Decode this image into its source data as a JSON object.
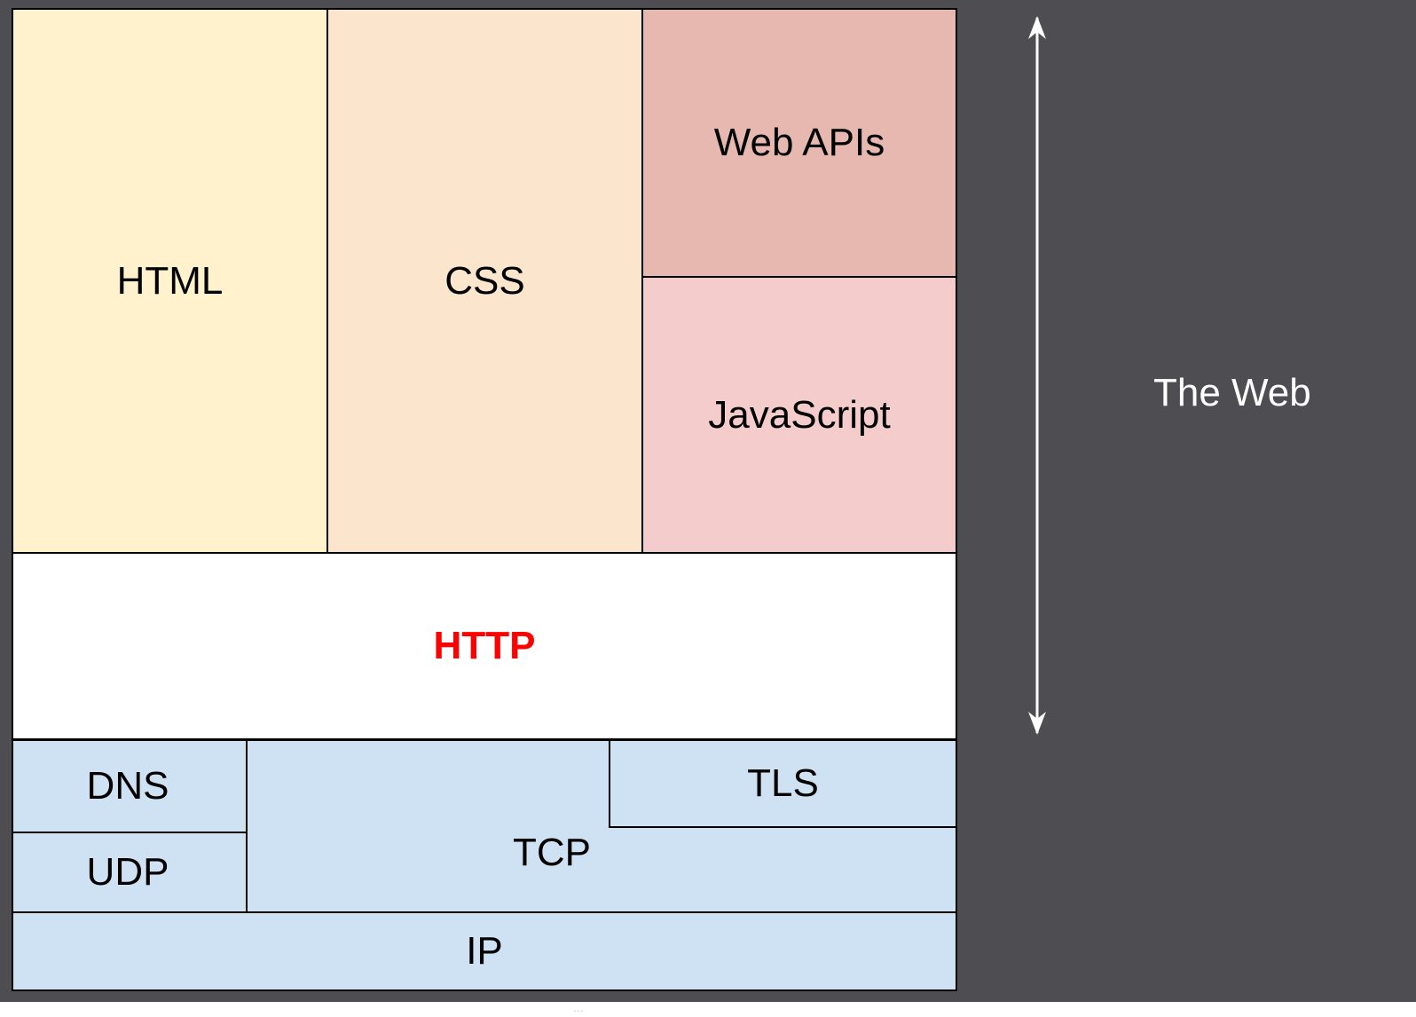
{
  "diagram": {
    "layers": {
      "html": "HTML",
      "css": "CSS",
      "web_apis": "Web APIs",
      "javascript": "JavaScript",
      "http": "HTTP",
      "dns": "DNS",
      "udp": "UDP",
      "tcp": "TCP",
      "tls": "TLS",
      "ip": "IP"
    },
    "span_label": "The Web"
  },
  "colors": {
    "background": "#4d4d52",
    "html": "#fff2cc",
    "css": "#fce5cd",
    "web_apis": "#e6b8af",
    "javascript": "#f4cccc",
    "http": "#ffffff",
    "http_text": "#ff0000",
    "transport": "#cfe2f3"
  },
  "handle_glyph": "⋯"
}
